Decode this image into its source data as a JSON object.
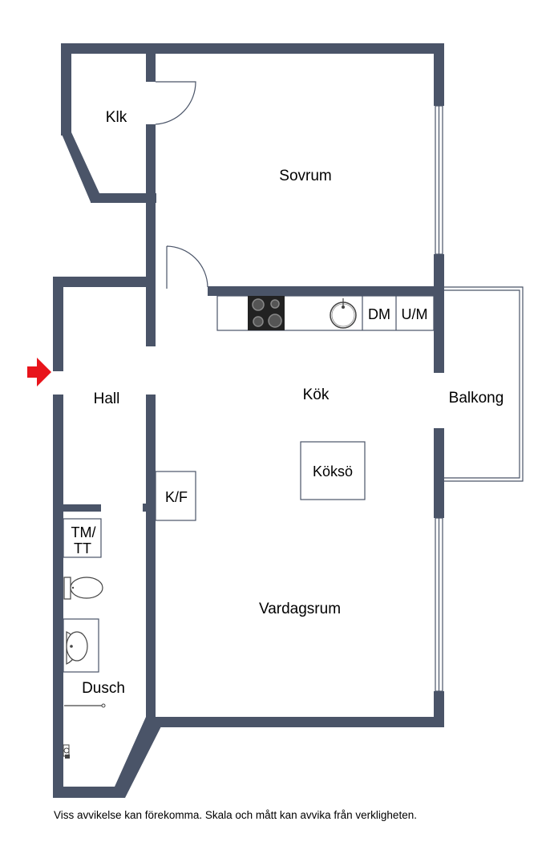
{
  "rooms": {
    "klk": "Klk",
    "sovrum": "Sovrum",
    "hall": "Hall",
    "kok": "Kök",
    "balkong": "Balkong",
    "vardagsrum": "Vardagsrum",
    "dusch": "Dusch"
  },
  "fixtures": {
    "dm": "DM",
    "um": "U/M",
    "koksö": "Köksö",
    "kf": "K/F",
    "tm_line1": "TM/",
    "tm_line2": "TT"
  },
  "entrance_icon": "red-arrow-icon",
  "wall_color": "#4a5468",
  "entrance_color": "#e8141b",
  "disclaimer": "Viss avvikelse kan förekomma. Skala och mått kan avvika från verkligheten."
}
